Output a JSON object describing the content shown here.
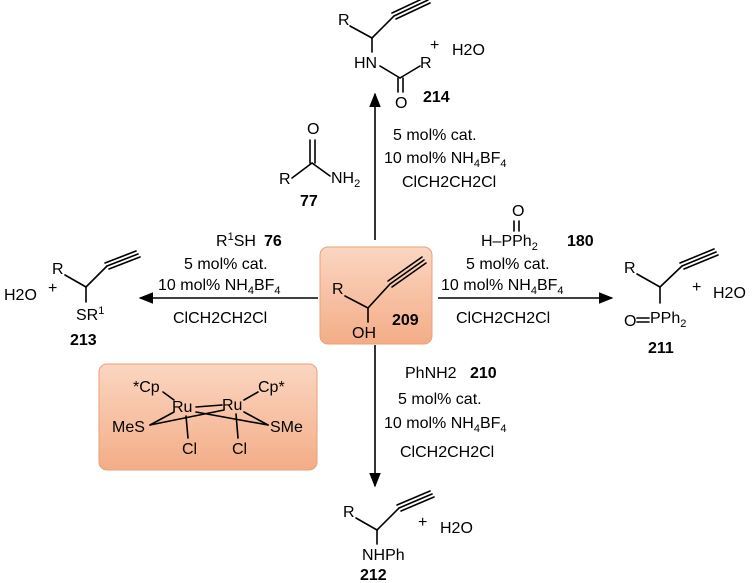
{
  "center": {
    "label": "209",
    "r": "R",
    "oh": "OH",
    "box_color": "#f4b28f"
  },
  "top": {
    "reagent_label": "77",
    "reagent_o": "O",
    "reagent_r": "R",
    "reagent_nh2": "NH",
    "reagent_nh2_sub": "2",
    "cond1": "5 mol% cat.",
    "cond2_pre": "10 mol% NH",
    "cond2_sub": "4",
    "cond2_post": "BF",
    "cond2_sub2": "4",
    "cond3": "ClCH2CH2Cl",
    "product_label": "214",
    "product_r1": "R",
    "product_hn": "HN",
    "product_r2": "R",
    "product_o": "O",
    "plus": "+",
    "water": "H2O"
  },
  "right": {
    "reagent_o": "O",
    "reagent_pre": "H–PPh",
    "reagent_sub": "2",
    "reagent_label": "180",
    "cond1": "5 mol% cat.",
    "cond2_pre": "10 mol% NH",
    "cond2_sub": "4",
    "cond2_post": "BF",
    "cond2_sub2": "4",
    "cond3": "ClCH2CH2Cl",
    "product_r": "R",
    "product_o": "O",
    "product_p": "PPh",
    "product_p_sub": "2",
    "product_label": "211",
    "plus": "+",
    "water": "H2O"
  },
  "left": {
    "reagent_pre": "R",
    "reagent_sup": "1",
    "reagent_post": "SH",
    "reagent_label": "76",
    "cond1": "5 mol% cat.",
    "cond2_pre": "10 mol% NH",
    "cond2_sub": "4",
    "cond2_post": "BF",
    "cond2_sub2": "4",
    "cond3": "ClCH2CH2Cl",
    "product_r": "R",
    "product_s": "SR",
    "product_s_sup": "1",
    "product_label": "213",
    "plus": "+",
    "water": "H2O"
  },
  "bottom": {
    "reagent": "PhNH2",
    "reagent_label": "210",
    "cond1": "5 mol% cat.",
    "cond2_pre": "10 mol% NH",
    "cond2_sub": "4",
    "cond2_post": "BF",
    "cond2_sub2": "4",
    "cond3": "ClCH2CH2Cl",
    "product_r": "R",
    "product_n": "NHPh",
    "product_label": "212",
    "plus": "+",
    "water": "H2O"
  },
  "catalyst": {
    "cp_left": "*Cp",
    "cp_right": "Cp*",
    "ru1": "Ru",
    "ru2": "Ru",
    "mes": "MeS",
    "sme": "SMe",
    "cl1": "Cl",
    "cl2": "Cl",
    "box_color": "#f4b28f"
  }
}
